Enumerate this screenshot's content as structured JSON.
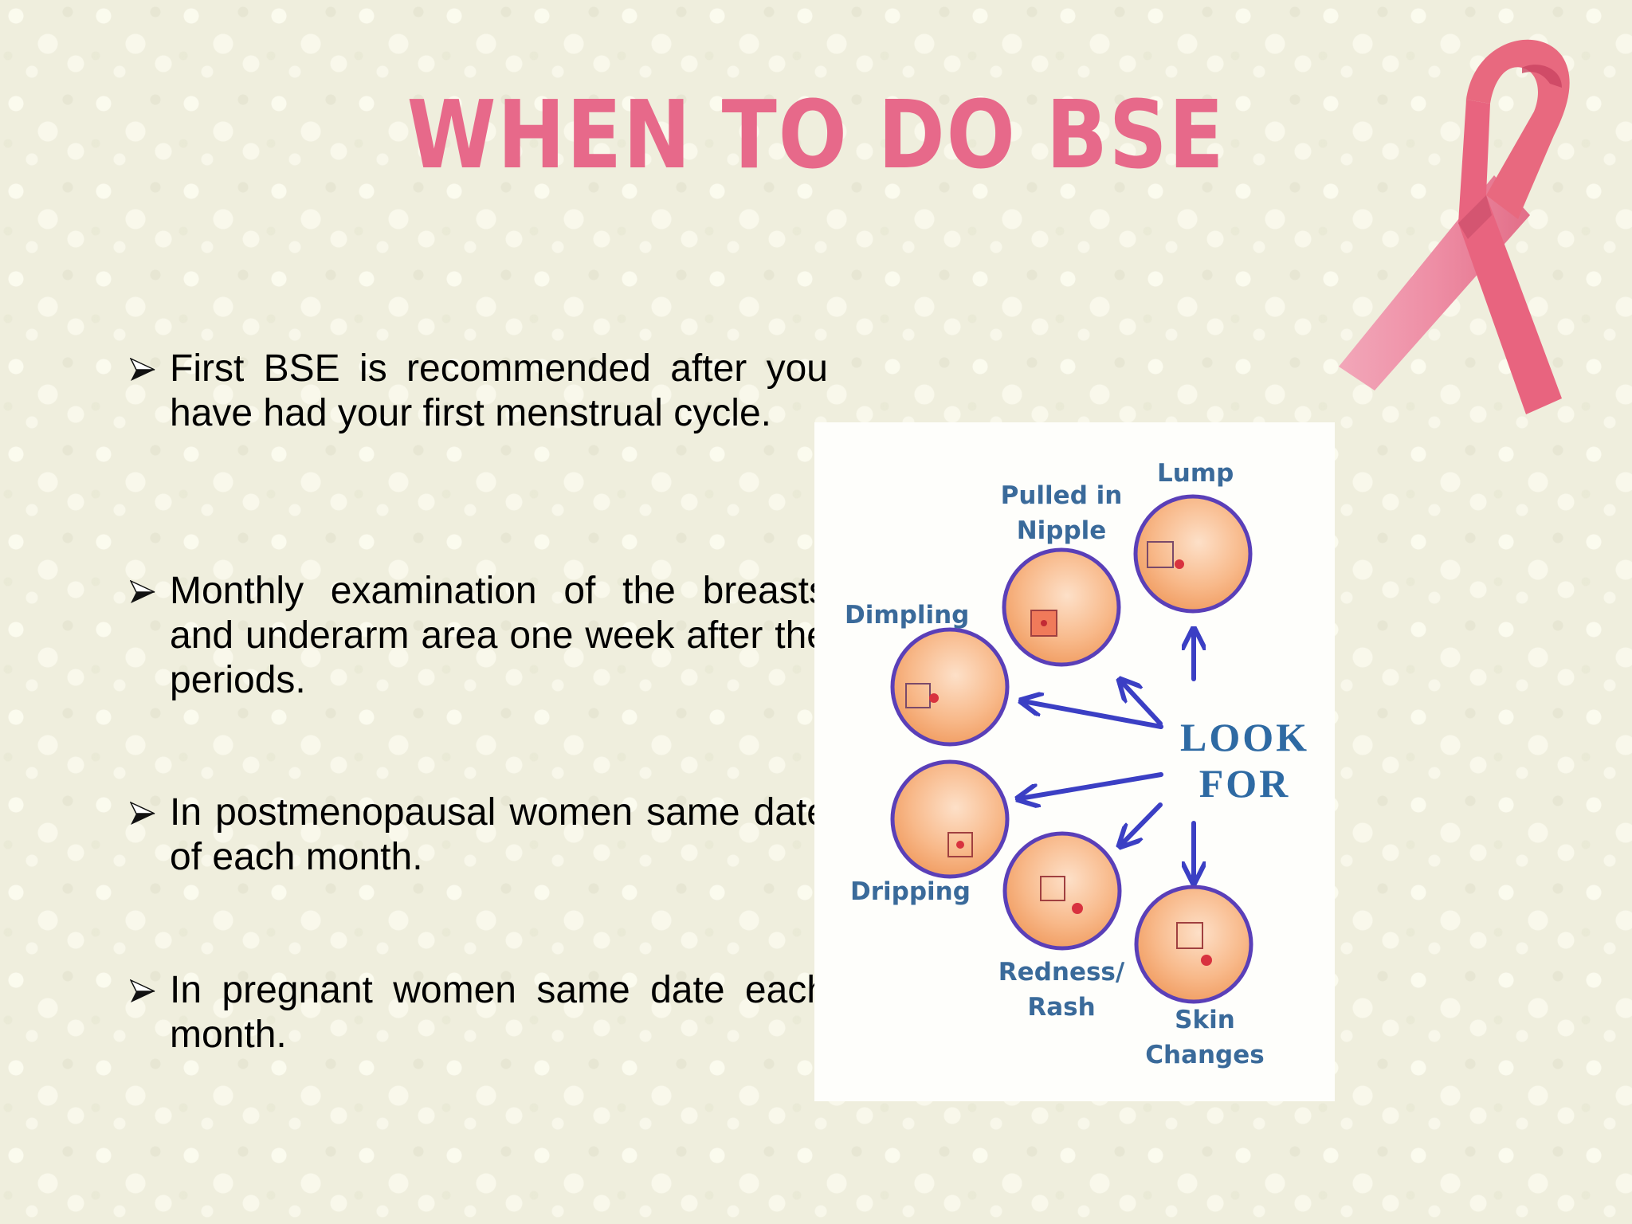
{
  "slide": {
    "title": "WHEN TO DO BSE",
    "title_color": "#e7698a",
    "background_color": "#efeedd",
    "decoration": "pink-ribbon-icon",
    "ribbon_color": "#e8677f"
  },
  "bullets": [
    {
      "marker": "arrow-bullet-icon",
      "text": "First BSE is recommended after you have had your first menstrual cycle."
    },
    {
      "marker": "arrow-bullet-icon",
      "text": "Monthly examination of the breasts and underarm area one week after the periods."
    },
    {
      "marker": "arrow-bullet-icon",
      "text": "In postmenopausal women same date of each month."
    },
    {
      "marker": "arrow-bullet-icon",
      "text": "In pregnant women same date each month."
    }
  ],
  "figure": {
    "center_label_line1": "LOOK",
    "center_label_line2": "FOR",
    "label_color": "#3a6a9a",
    "arrow_color": "#3b3fc4",
    "signs": [
      {
        "line1": "Lump",
        "line2": ""
      },
      {
        "line1": "Pulled in",
        "line2": "Nipple"
      },
      {
        "line1": "Dimpling",
        "line2": ""
      },
      {
        "line1": "Dripping",
        "line2": ""
      },
      {
        "line1": "Redness/",
        "line2": "Rash"
      },
      {
        "line1": "Skin",
        "line2": "Changes"
      }
    ]
  }
}
